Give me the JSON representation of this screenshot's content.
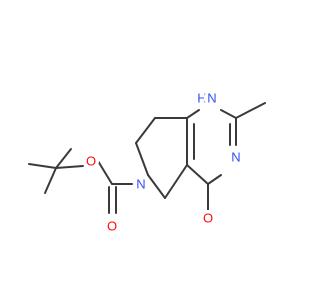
{
  "molecule": {
    "atoms": {
      "N1": {
        "label": "N",
        "color": "#3050f8"
      },
      "H1": {
        "label": "H",
        "color": "#3050f8"
      },
      "N3": {
        "label": "N",
        "color": "#3050f8"
      },
      "N6": {
        "label": "N",
        "color": "#3050f8"
      },
      "O4": {
        "label": "O",
        "color": "#ff0d0d"
      },
      "O_ester": {
        "label": "O",
        "color": "#ff0d0d"
      },
      "O_carbonyl": {
        "label": "O",
        "color": "#ff0d0d"
      }
    },
    "bond_color": "#3a3a3a"
  }
}
